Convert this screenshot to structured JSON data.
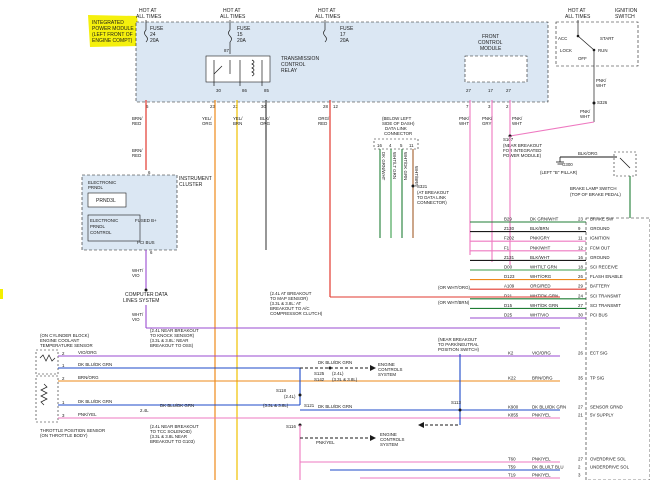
{
  "top": {
    "hot_label": "HOT AT",
    "all_times": "ALL TIMES",
    "ipm_lines": [
      "INTEGRATED",
      "POWER MODULE",
      "(LEFT FRONT OF",
      "ENGINE COMPT)"
    ],
    "fuse1": {
      "fuse": "FUSE",
      "num": "24",
      "amp": "20A"
    },
    "fuse2": {
      "fuse": "FUSE",
      "num": "15",
      "amp": "20A"
    },
    "fuse3": {
      "fuse": "FUSE",
      "num": "17",
      "amp": "20A"
    },
    "relay_lines": [
      "TRANSMISSION",
      "CONTROL",
      "RELAY"
    ],
    "relay_pins": [
      "87",
      "30",
      "86",
      "85"
    ],
    "fcm_lines": [
      "FRONT",
      "CONTROL",
      "MODULE"
    ],
    "fcm_pins": [
      "27",
      "17",
      "27"
    ],
    "ignition_switch_lines": [
      "IGNITION",
      "SWITCH"
    ],
    "ign_positions": [
      "ACC",
      "LOCK",
      "OFF",
      "RUN",
      "START"
    ],
    "ipm_pin_numbers": [
      "6",
      "23",
      "22",
      "30",
      "28",
      "12"
    ],
    "fcm_bottom_pins": [
      "7",
      "3",
      "2"
    ],
    "fcm_wires": [
      [
        "PNK/",
        "WHT"
      ],
      [
        "PNK/",
        "GRY"
      ],
      [
        "PNK/",
        "WHT"
      ]
    ],
    "ign_wire": [
      "PNK/",
      "WHT"
    ],
    "ign_splice": "S326",
    "ign_wire2": [
      "PNK/",
      "WHT"
    ]
  },
  "wires": {
    "brn_red_1": [
      "BRN/",
      "RED"
    ],
    "brn_red_2": [
      "BRN/",
      "RED"
    ],
    "yel_org": [
      "YEL/",
      "ORG"
    ],
    "yel_brn": [
      "YEL/",
      "BRN"
    ],
    "blk_org": [
      "BLK/",
      "ORG"
    ],
    "org_red": [
      "ORG/",
      "RED"
    ],
    "wht_vio_1": [
      "WHT/",
      "VIO"
    ],
    "wht_vio_2": [
      "WHT/",
      "VIO"
    ]
  },
  "data_link": {
    "label": [
      "(BELOW LEFT",
      "SIDE OF DASH)",
      "DATA LINK",
      "CONNECTOR"
    ],
    "pins": [
      "16",
      "4",
      "5",
      "11"
    ],
    "wire_names": [
      "DK GRN/WHT",
      "WHT/LT GRN",
      "WHT/DK GRN",
      "WHT/BRN"
    ],
    "splice": "S321",
    "splice_label": [
      "(AT BREAKOUT",
      "TO DATA LINK",
      "CONNECTOR)"
    ]
  },
  "right_side": {
    "s107": "S107",
    "s107_label": [
      "(NEAR BREAKOUT",
      "FOR INTEGRATED",
      "POWER MODULE)"
    ],
    "g300": "G300",
    "g300_label": "(LEFT \"B\" PILLAR)",
    "blk_org": "BLK/ORG",
    "brake_switch_lines": [
      "BRAKE LAMP SWITCH",
      "(TOP OF BRAKE PEDAL)"
    ]
  },
  "cluster": {
    "title": [
      "INSTRUMENT",
      "CLUSTER"
    ],
    "prndl": [
      "ELECTRONIC",
      "PRNDL"
    ],
    "prndl_display": "PRND3L",
    "prndl_control": [
      "ELECTRONIC",
      "PRNDL",
      "CONTROL"
    ],
    "fused_b": "FUSED B+",
    "pci_bus": "PCI BUS",
    "pin_top": "6",
    "pin_bottom": "6"
  },
  "cdl": {
    "lines": [
      "COMPUTER DATA",
      "LINES SYSTEM"
    ]
  },
  "pcm_table": [
    {
      "circuit": "B29",
      "color": "DK GRN/WHT",
      "pin": "23",
      "function": "BRAKE SW"
    },
    {
      "circuit": "Z130",
      "color": "BLK/BRN",
      "pin": "9",
      "function": "GROUND"
    },
    {
      "circuit": "F202",
      "color": "PNK/GRY",
      "pin": "11",
      "function": "IGNITION"
    },
    {
      "circuit": "F1",
      "color": "PNK/WHT",
      "pin": "12",
      "function": "FCM OUT"
    },
    {
      "circuit": "Z131",
      "color": "BLK/WHT",
      "pin": "16",
      "function": "GROUND"
    },
    {
      "circuit": "D00",
      "color": "WHT/LT GRN",
      "pin": "18",
      "function": "SCI RECEIVE"
    },
    {
      "circuit": "D123",
      "color": "WHT/ORG",
      "pin": "26",
      "function": "FLASH ENABLE"
    },
    {
      "circuit": "A109",
      "color": "ORG/RED",
      "pin": "29",
      "function": "BATTERY"
    },
    {
      "circuit": "D21",
      "color": "WHT/DK GRN",
      "pin": "24",
      "function": "SCI TRANSMIT"
    },
    {
      "circuit": "D15",
      "color": "WHT/DK GRN",
      "pin": "27",
      "function": "SCI TRANSMIT"
    },
    {
      "circuit": "D25",
      "color": "WHT/VIO",
      "pin": "30",
      "function": "PCI BUS"
    }
  ],
  "pcm_table_b": [
    {
      "circuit": "K2",
      "color": "VIO/ORG",
      "pin": "26",
      "function": "ECT SIG"
    },
    {
      "circuit": "K22",
      "color": "BRN/ORG",
      "pin": "35",
      "function": "TP SIG"
    },
    {
      "circuit": "K900",
      "color": "DK BLU/DK GRN",
      "pin": "27",
      "function": "SENSOR GRND"
    },
    {
      "circuit": "K855",
      "color": "PNK/YEL",
      "pin": "21",
      "function": "5V SUPPLY"
    },
    {
      "circuit": "T60",
      "color": "PNK/YEL",
      "pin": "27",
      "function": "OVERDRIVE SOL"
    },
    {
      "circuit": "T59",
      "color": "DK BLU/LT BLU",
      "pin": "2",
      "function": "UNDERDRIVE SOL"
    },
    {
      "circuit": "T19",
      "color": "PNK/YEL",
      "pin": "3",
      "function": ""
    }
  ],
  "side_wires": {
    "or_wht_org": "(OR WHT/ORG)",
    "or_wht_brn": "(OR WHT/BRN)"
  },
  "ect": {
    "title": [
      "(ON CYLINDER BLOCK)",
      "ENGINE COOLANT",
      "TEMPERATURE SENSOR"
    ],
    "pins": [
      "2",
      "1"
    ],
    "wires": [
      "VIO/ORG",
      "DK BLU/DK GRN"
    ]
  },
  "tps": {
    "title": [
      "THROTTLE POSITION SENSOR",
      "(ON THROTTLE BODY)"
    ],
    "pins": [
      "2",
      "1",
      "3"
    ],
    "wires": [
      "BRN/ORG",
      "DK BLU/DK GRN",
      "PNK/YEL"
    ]
  },
  "labels": {
    "knock": [
      "(2.4L NEAR BREAKOUT",
      "TO KNOCK SENSOR)",
      "(3.3L & 3.8L: NEAR",
      "BREAKOUT TO OSS)"
    ],
    "map": [
      "(2.4L AT BREAKOUT",
      "TO MAP SENSOR)",
      "(3.3L & 3.8L: AT",
      "BREAKOUT TO A/C",
      "COMPRESSOR CLUTCH)"
    ],
    "park": [
      "(NEAR BREAKOUT",
      "TO PARK/NEUTRAL",
      "POSITION SWITCH)"
    ],
    "tcc": [
      "(2.4L NEAR BREAKOUT",
      "TO TCC SOLENOID)",
      "(3.3L & 3.8L NEAR",
      "BREAKOUT TO G103)"
    ],
    "s125": "S125",
    "s142": "S142",
    "s125_note": "(2.4L)",
    "s142_note": "(3.3L & 3.8L)",
    "s118": "S118",
    "s121": "S121",
    "s118_note": "(2.4L)",
    "s121_note": "(3.3L & 3.8L)",
    "s113": "S113",
    "s116": "S116",
    "ecs1": [
      "ENGINE",
      "CONTROLS",
      "SYSTEM"
    ],
    "ecs2": [
      "ENGINE",
      "CONTROLS",
      "SYSTEM"
    ],
    "dk_blu_dk_grn": "DK BLU/DK GRN",
    "l24": "2.4L",
    "pnk_yel": "PNK/YEL"
  },
  "colors": {
    "highlight": "#f4ef00",
    "line": "#1a1a1a",
    "fill_box": "#dbe7f3",
    "red": "#e23a2f",
    "pink": "#ee78c0",
    "brown": "#a35c2b",
    "yellow": "#f0c000",
    "orange": "#ee8a1a",
    "blue": "#1d49c8",
    "dkgreen": "#1f7d34",
    "green": "#3a9e4a",
    "violet": "#9a4bd0",
    "gray": "#8a8a8a"
  }
}
